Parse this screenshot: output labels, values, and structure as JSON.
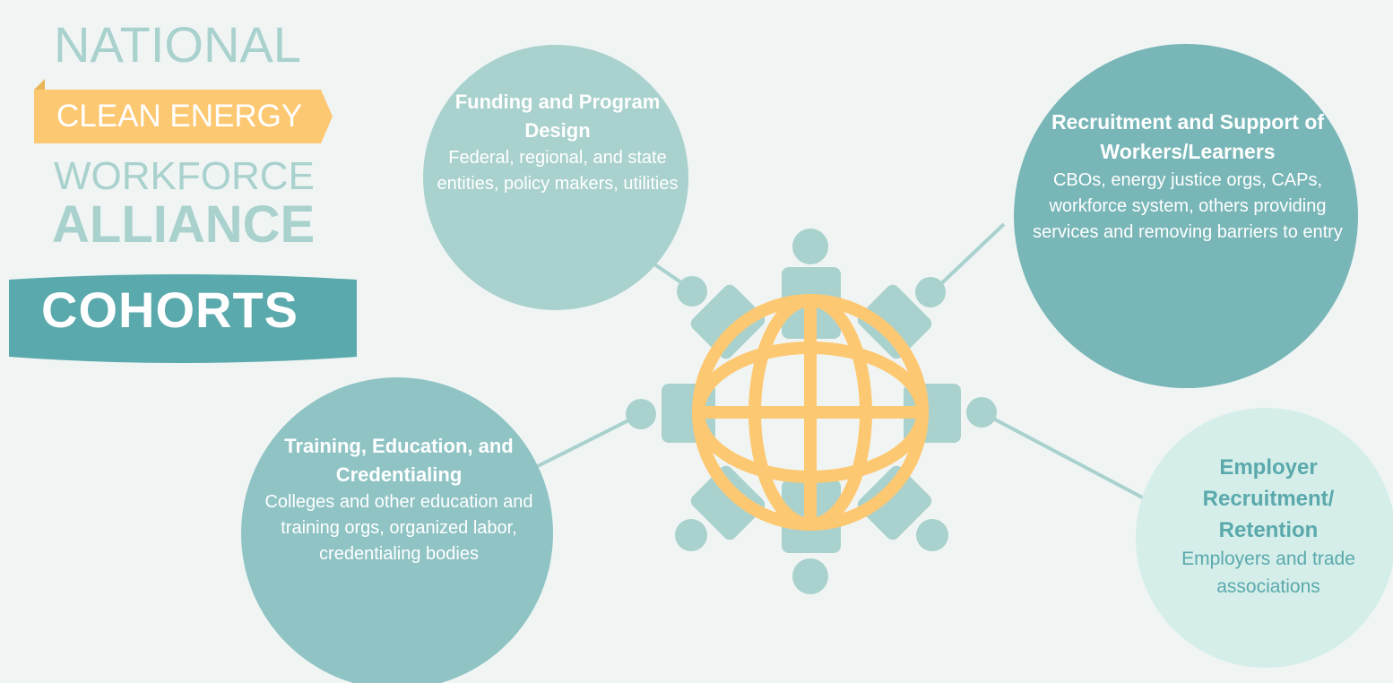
{
  "title": {
    "line1": "NATIONAL",
    "line2": "CLEAN ENERGY",
    "line3": "WORKFORCE",
    "line4": "ALLIANCE",
    "banner": "COHORTS"
  },
  "cohorts": {
    "funding": {
      "title": "Funding and Program Design",
      "body": "Federal, regional, and state entities, policy makers, utilities"
    },
    "recruitment": {
      "title": "Recruitment and Support of Workers/Learners",
      "body": "CBOs, energy justice orgs, CAPs, workforce system, others providing services and removing barriers to entry"
    },
    "training": {
      "title": "Training, Education, and Credentialing",
      "body": "Colleges and other education and training orgs, organized labor, credentialing bodies"
    },
    "employer": {
      "title": "Employer Recruitment/ Retention",
      "body": "Employers and trade associations"
    }
  },
  "colors": {
    "background": "#f0f5f4",
    "light_teal": "#a9d1cd",
    "mid_teal": "#8fc3c4",
    "dark_teal": "#78b6b7",
    "pale_teal": "#d5eeea",
    "banner_teal": "#5aa9ac",
    "globe_yellow": "#fdc872"
  },
  "icons": {
    "center": "globe-with-people-icon"
  }
}
